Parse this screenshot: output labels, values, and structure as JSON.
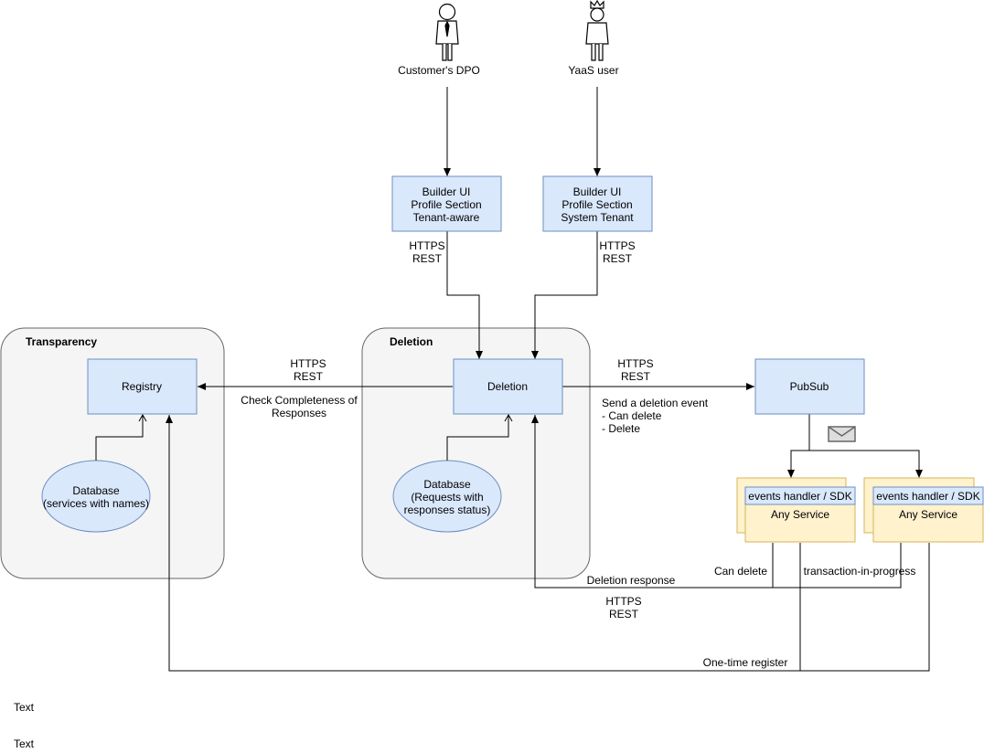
{
  "actors": {
    "dpo": {
      "label": "Customer's DPO",
      "icon": "businessman-icon"
    },
    "yaas": {
      "label": "YaaS user",
      "icon": "crowned-user-icon"
    }
  },
  "groups": {
    "transparency": {
      "title": "Transparency"
    },
    "deletion": {
      "title": "Deletion"
    }
  },
  "nodes": {
    "builder_tenant": {
      "lines": [
        "Builder UI",
        "Profile Section",
        "Tenant-aware"
      ]
    },
    "builder_system": {
      "lines": [
        "Builder UI",
        "Profile Section",
        "System Tenant"
      ]
    },
    "registry": {
      "label": "Registry"
    },
    "deletion": {
      "label": "Deletion"
    },
    "pubsub": {
      "label": "PubSub"
    },
    "db_registry": {
      "lines": [
        "Database",
        "(services with names)"
      ]
    },
    "db_deletion": {
      "lines": [
        "Database",
        "(Requests with",
        "responses status)"
      ]
    },
    "service1": {
      "header": "events handler / SDK",
      "label": "Any Service"
    },
    "service2": {
      "header": "events handler / SDK",
      "label": "Any Service"
    }
  },
  "edge_labels": {
    "https_rest_left": [
      "HTTPS",
      "REST"
    ],
    "https_rest_right": [
      "HTTPS",
      "REST"
    ],
    "https_rest_registry": [
      "HTTPS",
      "REST"
    ],
    "check_completeness": [
      "Check Completeness of",
      "Responses"
    ],
    "https_rest_pubsub": [
      "HTTPS",
      "REST"
    ],
    "send_event": [
      "Send a deletion event",
      "- Can delete",
      "- Delete"
    ],
    "can_delete": "Can delete",
    "transaction": "transaction-in-progress",
    "deletion_response": "Deletion response",
    "https_rest_bottom": [
      "HTTPS",
      "REST"
    ],
    "one_time_register": "One-time register"
  },
  "free_text": [
    "Text",
    "Text"
  ],
  "icons": {
    "message": "envelope-icon"
  },
  "colors": {
    "box_fill": "#dae8fc",
    "box_stroke": "#6c8ebf",
    "service_fill": "#fff2cc",
    "service_stroke": "#d6b656",
    "group_fill": "#f5f5f5",
    "group_stroke": "#666666",
    "line": "#000000"
  }
}
